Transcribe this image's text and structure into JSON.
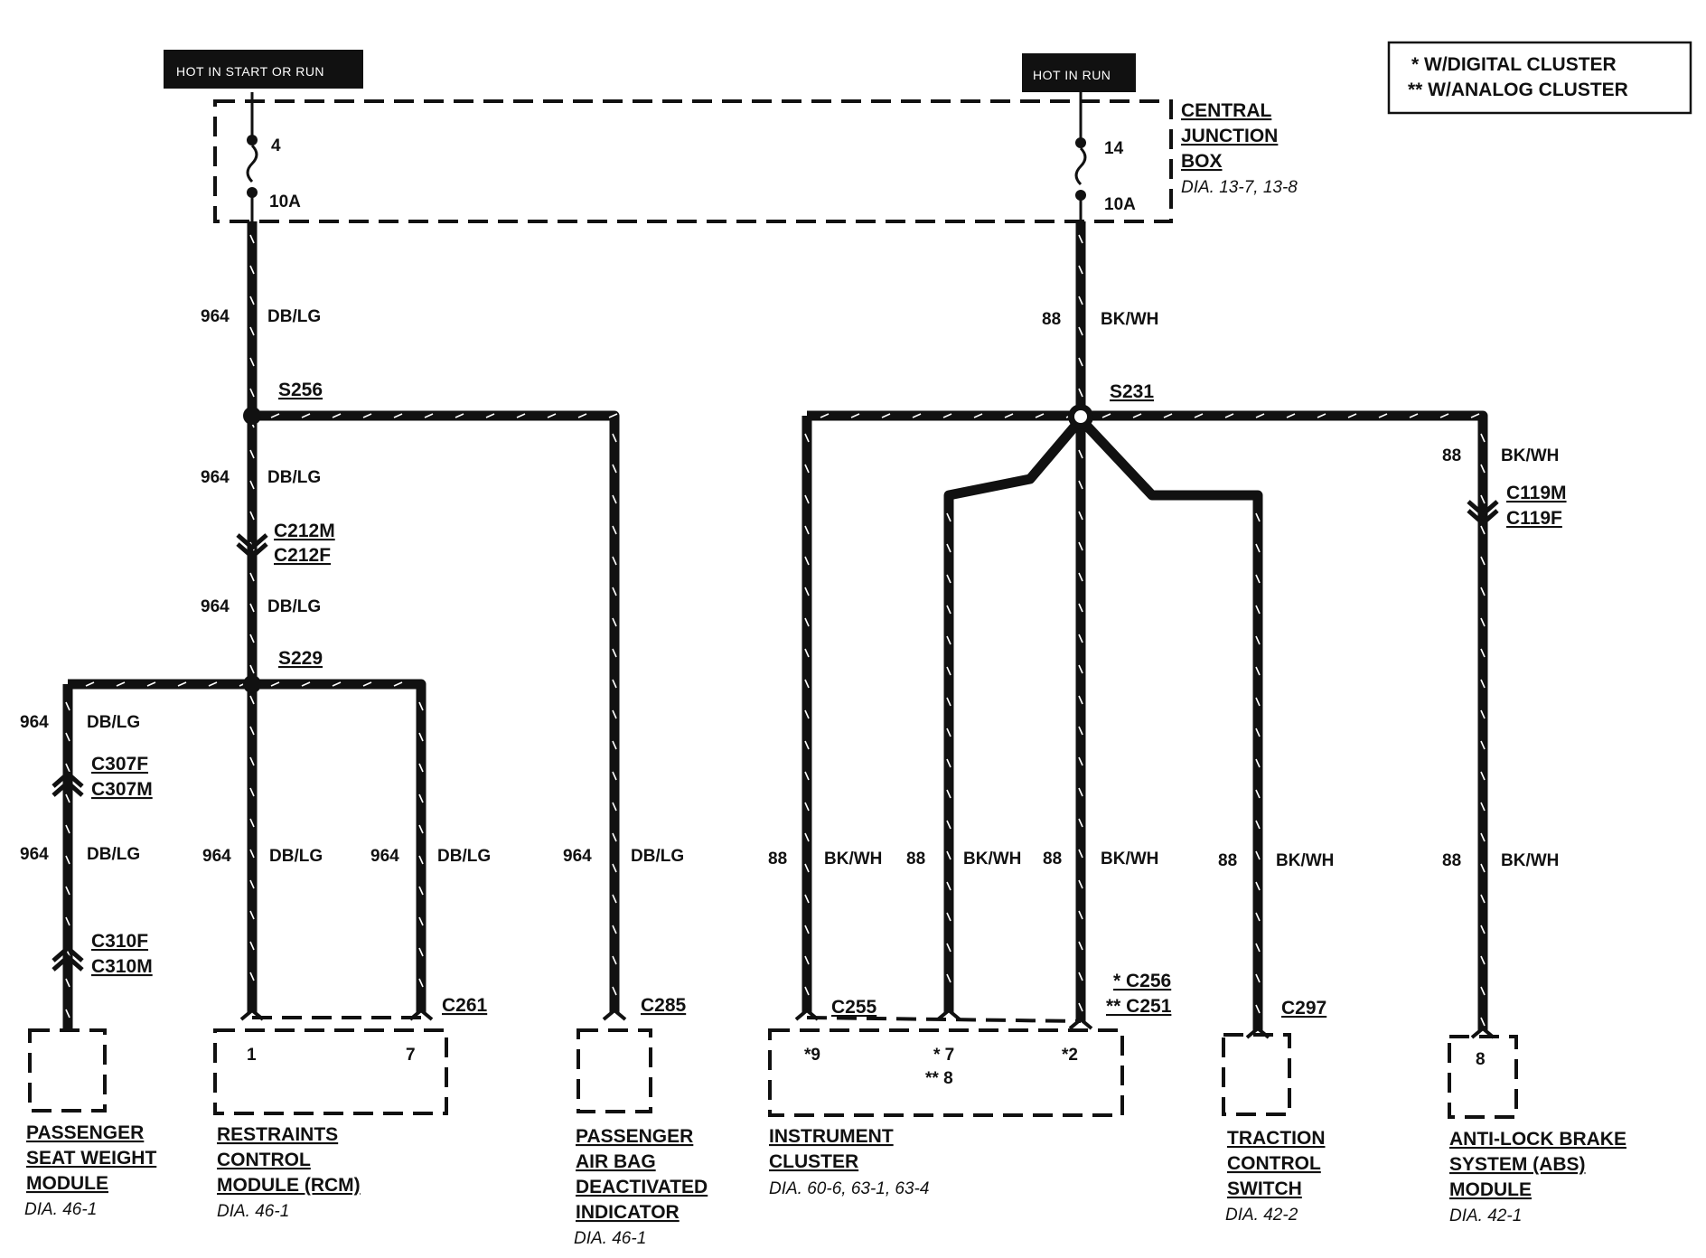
{
  "legend": {
    "line1": "*  W/DIGITAL CLUSTER",
    "line2": "**  W/ANALOG CLUSTER"
  },
  "power": {
    "left_label": "HOT IN START OR RUN",
    "right_label": "HOT IN RUN"
  },
  "junction_box": {
    "name_lines": [
      "CENTRAL",
      "JUNCTION",
      "BOX"
    ],
    "dia": "DIA. 13-7, 13-8",
    "fuse_left": {
      "number": "4",
      "rating": "10A"
    },
    "fuse_right": {
      "number": "14",
      "rating": "10A"
    }
  },
  "circuits": {
    "c964": {
      "number": "964",
      "color": "DB/LG"
    },
    "c88": {
      "number": "88",
      "color": "BK/WH"
    }
  },
  "splices": {
    "s256": "S256",
    "s229": "S229",
    "s231": "S231"
  },
  "connectors": {
    "c212": [
      "C212M",
      "C212F"
    ],
    "c307": [
      "C307F",
      "C307M"
    ],
    "c310": [
      "C310F",
      "C310M"
    ],
    "c119": [
      "C119M",
      "C119F"
    ],
    "c261": "C261",
    "c285": "C285",
    "c255": "C255",
    "c256": "* C256",
    "c251": "** C251",
    "c297": "C297"
  },
  "pins": {
    "rcm_1": "1",
    "rcm_7": "7",
    "ic_9": "*9",
    "ic_7": "* 7",
    "ic_8": "** 8",
    "ic_2": "*2",
    "abs_8": "8"
  },
  "components": {
    "pswm": {
      "lines": [
        "PASSENGER",
        "SEAT WEIGHT",
        "MODULE"
      ],
      "dia": "DIA. 46-1"
    },
    "rcm": {
      "lines": [
        "RESTRAINTS",
        "CONTROL",
        "MODULE"
      ],
      "suffix": " (RCM)",
      "dia": "DIA. 46-1"
    },
    "pabdi": {
      "lines": [
        "PASSENGER",
        "AIR BAG",
        "DEACTIVATED",
        "INDICATOR"
      ],
      "dia": "DIA. 46-1"
    },
    "ic": {
      "lines": [
        "INSTRUMENT",
        "CLUSTER"
      ],
      "dia": "DIA. 60-6, 63-1, 63-4"
    },
    "tcs": {
      "lines": [
        "TRACTION",
        "CONTROL",
        "SWITCH"
      ],
      "dia": "DIA. 42-2"
    },
    "abs": {
      "lines": [
        "ANTI-LOCK BRAKE",
        "SYSTEM (ABS)",
        "MODULE"
      ],
      "dia": "DIA. 42-1"
    }
  }
}
